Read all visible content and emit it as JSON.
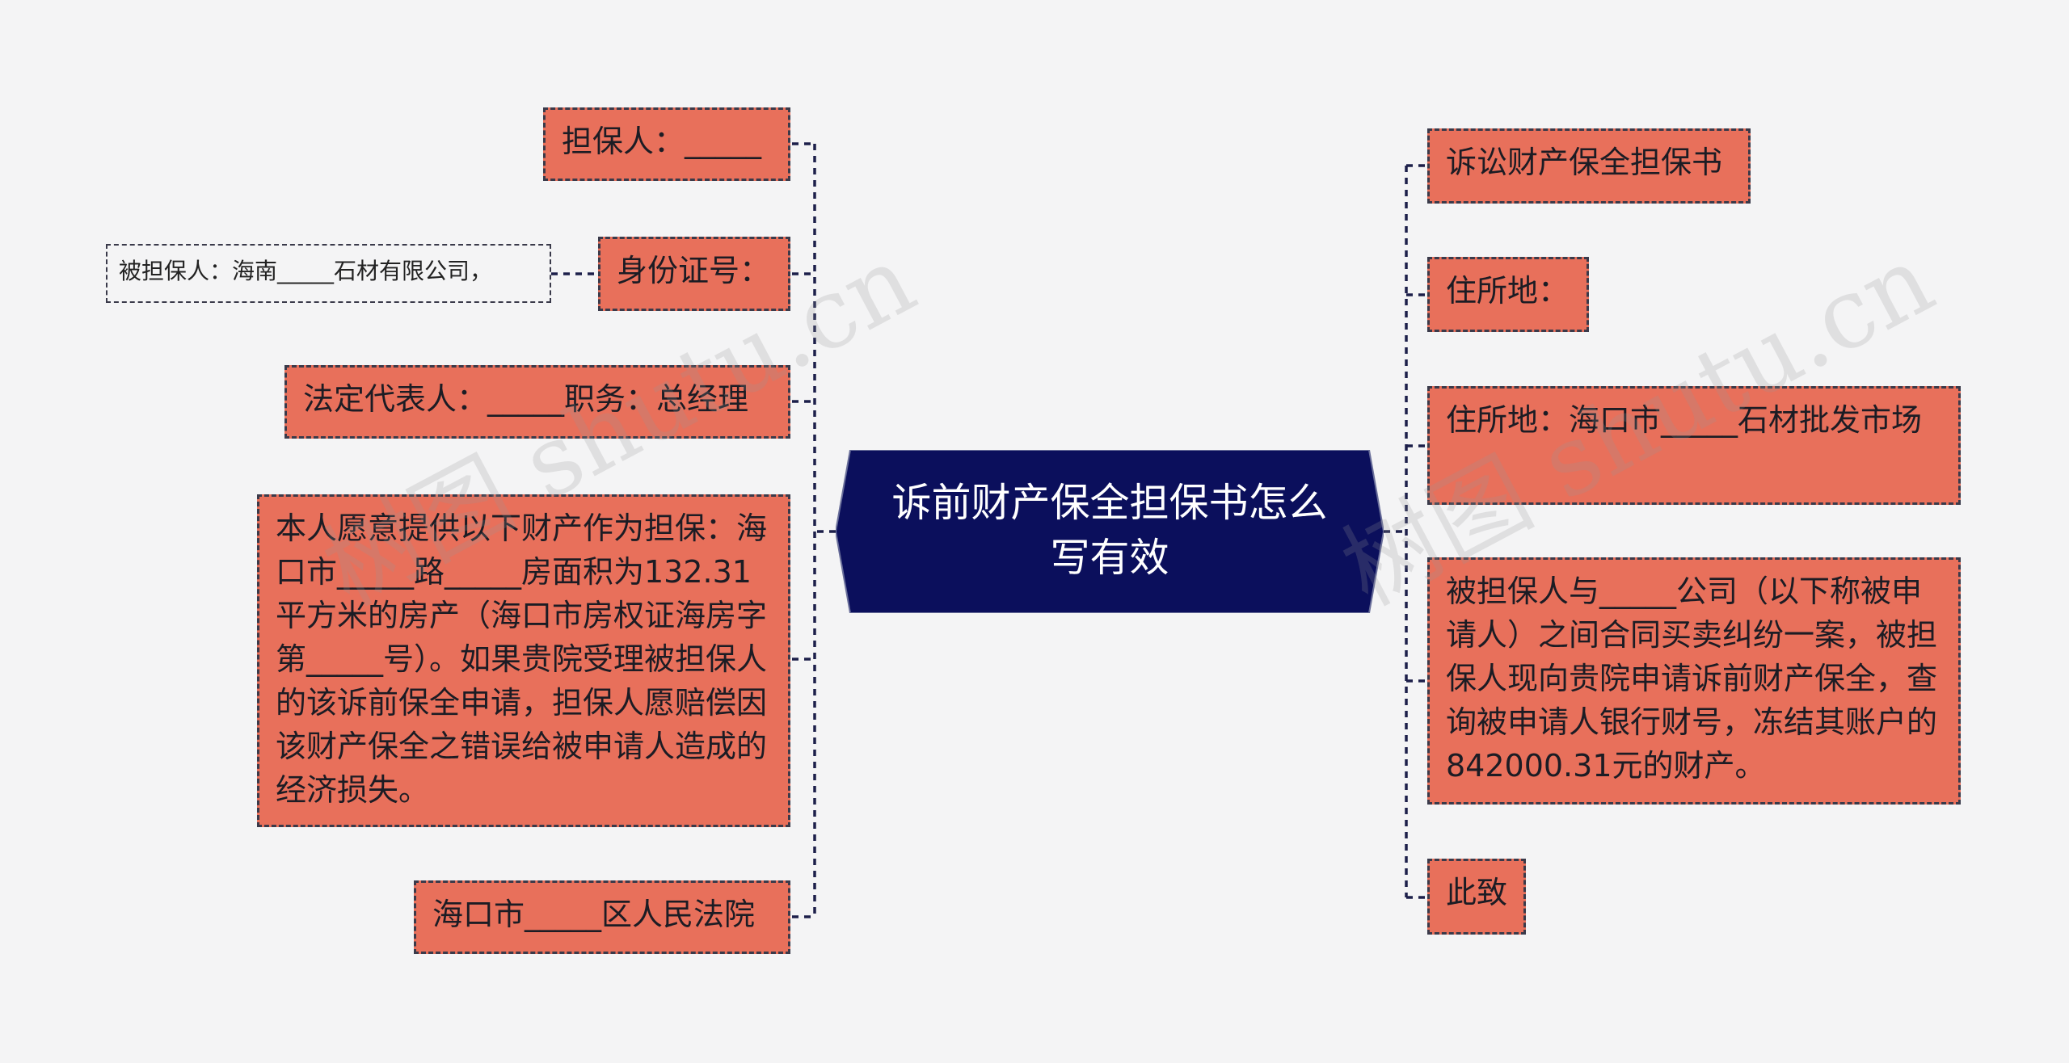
{
  "central": {
    "title": "诉前财产保全担保书怎么写有效"
  },
  "left_nodes": [
    {
      "id": "guarantor",
      "text": "担保人：_____"
    },
    {
      "id": "id-number",
      "text": "身份证号："
    },
    {
      "id": "legal-rep",
      "text": "法定代表人：_____职务：总经理"
    },
    {
      "id": "property",
      "text": "本人愿意提供以下财产作为担保：海口市_____路_____房面积为132.31平方米的房产（海口市房权证海房字第_____号）。如果贵院受理被担保人的该诉前保全申请，担保人愿赔偿因该财产保全之错误给被申请人造成的经济损失。"
    },
    {
      "id": "court",
      "text": "海口市_____区人民法院"
    }
  ],
  "sub_nodes": [
    {
      "id": "guaranteed-party",
      "parent": "id-number",
      "text": "被担保人：海南_____石材有限公司，"
    }
  ],
  "right_nodes": [
    {
      "id": "doc-title",
      "text": "诉讼财产保全担保书"
    },
    {
      "id": "address",
      "text": "住所地："
    },
    {
      "id": "address-detail",
      "text": "住所地：海口市_____石材批发市场"
    },
    {
      "id": "case-desc",
      "text": "被担保人与_____公司（以下称被申请人）之间合同买卖纠纷一案，被担保人现向贵院申请诉前财产保全，查询被申请人银行财号，冻结其账户的842000.31元的财产。"
    },
    {
      "id": "closing",
      "text": "此致"
    }
  ],
  "watermarks": [
    "树图 shutu.cn",
    "树图 shutu.cn"
  ],
  "colors": {
    "node_fill": "#e8705b",
    "central_fill": "#0b0f5c",
    "connector": "#1c1f4a",
    "background": "#f4f4f5"
  }
}
